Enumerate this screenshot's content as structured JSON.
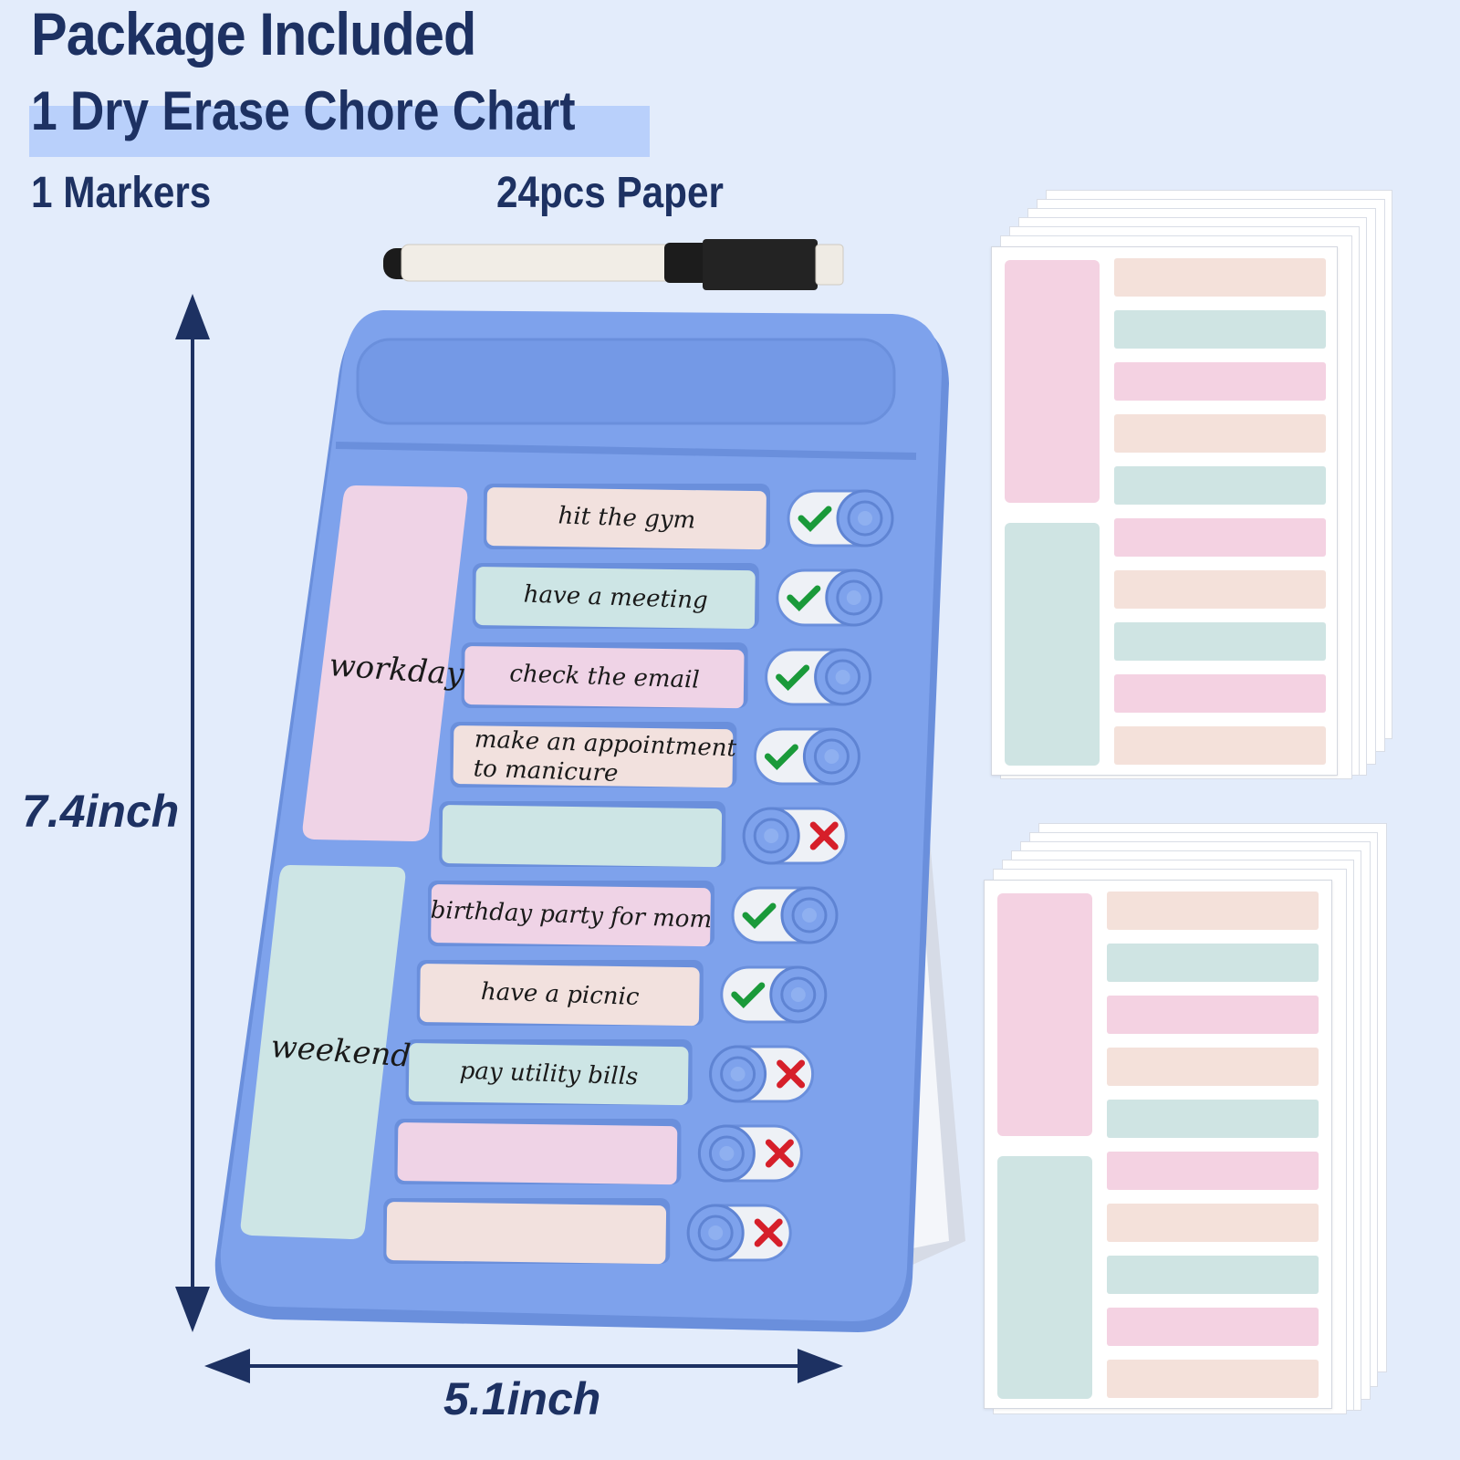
{
  "header": {
    "title": "Package Included",
    "subtitle": "1 Dry Erase Chore Chart",
    "item_markers": "1 Markers",
    "item_paper": "24pcs Paper"
  },
  "dimensions": {
    "height": "7.4inch",
    "width": "5.1inch"
  },
  "board": {
    "workday_label": "workday",
    "weekend_label": "weekend",
    "tasks": [
      {
        "text": "hit the gym",
        "color": "#f2e1de",
        "status": "done"
      },
      {
        "text": "have a meeting",
        "color": "#cde5e5",
        "status": "done"
      },
      {
        "text": "check the email",
        "color": "#efd3e6",
        "status": "done"
      },
      {
        "text": "make an appointment to manicure",
        "color": "#f2e1de",
        "status": "done"
      },
      {
        "text": "",
        "color": "#cde5e5",
        "status": "not-done"
      },
      {
        "text": "birthday party for mom",
        "color": "#efd3e6",
        "status": "done"
      },
      {
        "text": "have a picnic",
        "color": "#f2e1de",
        "status": "done"
      },
      {
        "text": "pay utility bills",
        "color": "#cde5e5",
        "status": "not-done"
      },
      {
        "text": "",
        "color": "#efd3e6",
        "status": "not-done"
      },
      {
        "text": "",
        "color": "#f2e1de",
        "status": "not-done"
      }
    ]
  },
  "colors": {
    "frame": "#7ea2ec",
    "frame_dark": "#6a8fdc",
    "heading": "#1d3162",
    "background": "#e3ecfb",
    "check": "#1a9a3a",
    "cross": "#d61f2a"
  }
}
